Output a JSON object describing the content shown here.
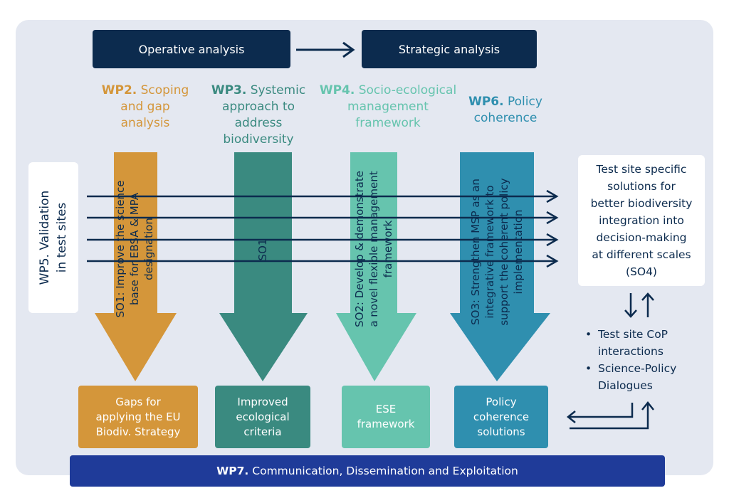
{
  "top": {
    "operative_label": "Operative analysis",
    "strategic_label": "Strategic analysis"
  },
  "wps": [
    {
      "code": "WP2.",
      "line1": "Scoping",
      "line2": "and gap",
      "line3": "analysis",
      "color": "#d4963a"
    },
    {
      "code": "WP3.",
      "line1": "Systemic",
      "line2": "approach to",
      "line3": "address",
      "line4": "biodiversity",
      "color": "#3a8a80"
    },
    {
      "code": "WP4.",
      "line1": "Socio-ecological",
      "line2": "management",
      "line3": "framework",
      "color": "#66c4ae"
    },
    {
      "code": "WP6.",
      "line1": "Policy",
      "line2": "coherence",
      "color": "#2f8faf"
    }
  ],
  "arrows": [
    {
      "l1": "SO1: Improve the science",
      "l2": "base for EBSA & MPA",
      "l3": "designation",
      "color": "#d4963a"
    },
    {
      "l1": "SO1",
      "color": "#3a8a80"
    },
    {
      "l1": "SO2: Develop & demonstrate",
      "l2": "a novel flexible management",
      "l3": "framework",
      "color": "#66c4ae"
    },
    {
      "l1": "SO3: Strengthen MSP as an",
      "l2": "integrative framework to",
      "l3": "support the coherent policy",
      "l4": "implementation",
      "color": "#2f8faf"
    }
  ],
  "outputs": [
    {
      "l1": "Gaps for",
      "l2": "applying the EU",
      "l3": "Biodiv. Strategy",
      "color": "#d4963a"
    },
    {
      "l1": "Improved",
      "l2": "ecological",
      "l3": "criteria",
      "color": "#3a8a80"
    },
    {
      "l1": "ESE",
      "l2": "framework",
      "color": "#66c4ae"
    },
    {
      "l1": "Policy",
      "l2": "coherence",
      "l3": "solutions",
      "color": "#2f8faf"
    }
  ],
  "validation": {
    "line1": "WP5. Validation",
    "line2": "in test sites"
  },
  "result": {
    "l1": "Test site specific",
    "l2": "solutions for",
    "l3": "better biodiversity",
    "l4": "integration into",
    "l5": "decision-making",
    "l6": "at different scales",
    "l7": "(SO4)"
  },
  "interactions": [
    {
      "a": "Test site CoP",
      "b": "interactions"
    },
    {
      "a": "Science-Policy",
      "b": "Dialogues"
    }
  ],
  "bottom": {
    "code": "WP7.",
    "text": "Communication, Dissemination and Exploitation"
  },
  "colors": {
    "navy": "#0c2b4e",
    "panel": "#e4e8f1",
    "bottom": "#1f3b99"
  }
}
